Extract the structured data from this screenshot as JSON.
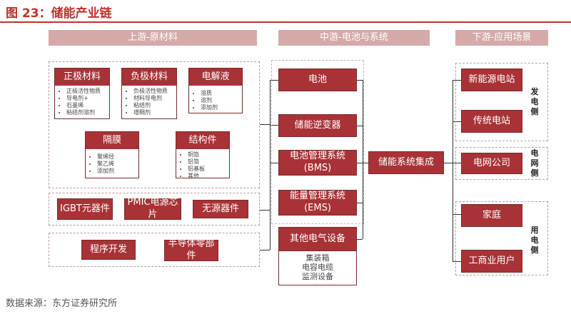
{
  "title": "图 23：储能产业链",
  "source": "数据来源：东方证券研究所",
  "stages": [
    "上游-原材料",
    "中游-电池与系统",
    "下游-应用场景"
  ],
  "upstream": {
    "cards": [
      {
        "title": "正极材料",
        "items": [
          "正极活性物质",
          "导电剂+",
          "石墨烯",
          "粘结剂溶剂"
        ]
      },
      {
        "title": "负极材料",
        "items": [
          "负极活性物质",
          "材料导电剂",
          "粘结剂",
          "增稠剂"
        ]
      },
      {
        "title": "电解液",
        "items": [
          "溶质",
          "溶剂",
          "添加剂"
        ]
      },
      {
        "title": "隔膜",
        "items": [
          "聚烯烃",
          "聚乙烯",
          "添加剂"
        ]
      },
      {
        "title": "结构件",
        "items": [
          "铜箔",
          "铝箔",
          "铝基板",
          "其他"
        ]
      }
    ],
    "electronics": [
      "IGBT元器件",
      "PMIC电源芯片",
      "无源器件"
    ],
    "software": [
      "程序开发",
      "半导体零部件"
    ]
  },
  "midstream": {
    "items": [
      "电池",
      "储能逆变器",
      "电池管理系统\n(BMS)",
      "能量管理系统\n(EMS)",
      "其他电气设备"
    ],
    "other_sub": [
      "集装箱",
      "电容电缆",
      "监测设备"
    ],
    "integration": "储能系统集成"
  },
  "downstream": {
    "groups": [
      {
        "label": "发电侧",
        "items": [
          "新能源电站",
          "传统电站"
        ]
      },
      {
        "label": "电网侧",
        "items": [
          "电网公司"
        ]
      },
      {
        "label": "用电侧",
        "items": [
          "家庭",
          "工商业用户"
        ]
      }
    ]
  }
}
